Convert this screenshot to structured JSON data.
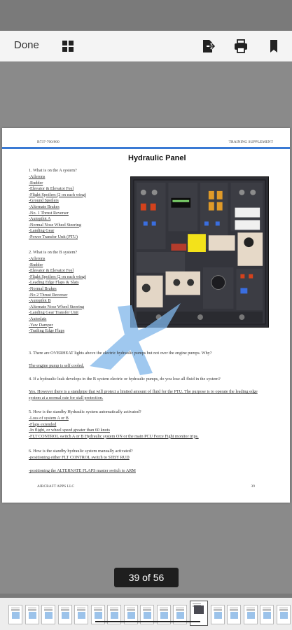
{
  "toolbar": {
    "done_label": "Done",
    "icons": [
      "grid-icon",
      "export-icon",
      "print-icon",
      "bookmark-icon"
    ]
  },
  "document": {
    "header_left": "B737-700/800",
    "header_right": "TRAINING SUPPLEMENT",
    "title": "Hydraulic Panel",
    "q1": "1. What is on the A system?",
    "q1_answers": [
      "-Ailerons",
      "-Rudder",
      "-Elevator & Elevator Feel",
      "-Flight Spoilers (2 on each wing)",
      "-Ground Spoilers",
      "-Alternate Brakes",
      "-No. 1 Thrust Reverser",
      "-Autopilot A",
      "-Normal Nose Wheel Steering",
      "-Landing Gear",
      "-Power Transfer Unit (PTU)"
    ],
    "q2": "2. What is on the B system?",
    "q2_answers": [
      "-Ailerons",
      "-Rudder",
      "-Elevator & Elevator Feel",
      "-Flight Spoilers (2 on each wing)",
      "-Leading Edge Flaps & Slats",
      "-Normal Brakes",
      "-No 2 Thrust Reverser",
      "-Autopilot B",
      "-Alternate Nose Wheel Steering",
      "-Landing Gear Transfer Unit",
      "-Autoslats",
      "-Yaw Damper",
      "-Trailing Edge Flaps"
    ],
    "q3": "3. There are OVERHEAT lights above the electric hydraulic pumps but not over the engine pumps. Why?",
    "q3_answer": "The engine pump is self cooled.",
    "q4": "4. If a hydraulic leak develops in the B system electric or hydraulic pumps, do you lose all fluid in the system?",
    "q4_answer": "Yes. However there is a standpipe that will protect a limited amount of fluid for the PTU. The purpose is to operate the leading edge system at a normal rate for stall protection.",
    "q5": "5. How is the standby Hydraulic system automatically activated?",
    "q5_answers": [
      "-Loss of system A or B",
      "-Flaps extended",
      "-In flight, or wheel speed greater than 60 knots",
      "-FLT CONTROL switch A or B Hydraulic system ON or the main PCU Force Fight monitor trips."
    ],
    "q6": "6. How is the standby hydraulic system manually activated?",
    "q6_answer_1": "-positioning either FLT CONTROL switch to STBY RUD",
    "q6_answer_2": "-positioning the ALTERNATE FLAPS master switch to ARM",
    "footer_left": "AIRCRAFT APPS LLC",
    "footer_right": "39"
  },
  "page_counter": "39 of 56",
  "colors": {
    "accent_rule": "#3a7ad4",
    "toolbar_bg": "#f4f4f4",
    "viewer_bg": "#8a8a8a",
    "counter_bg": "#1e1e1e",
    "arrow_yellow": "#f3e21a"
  }
}
